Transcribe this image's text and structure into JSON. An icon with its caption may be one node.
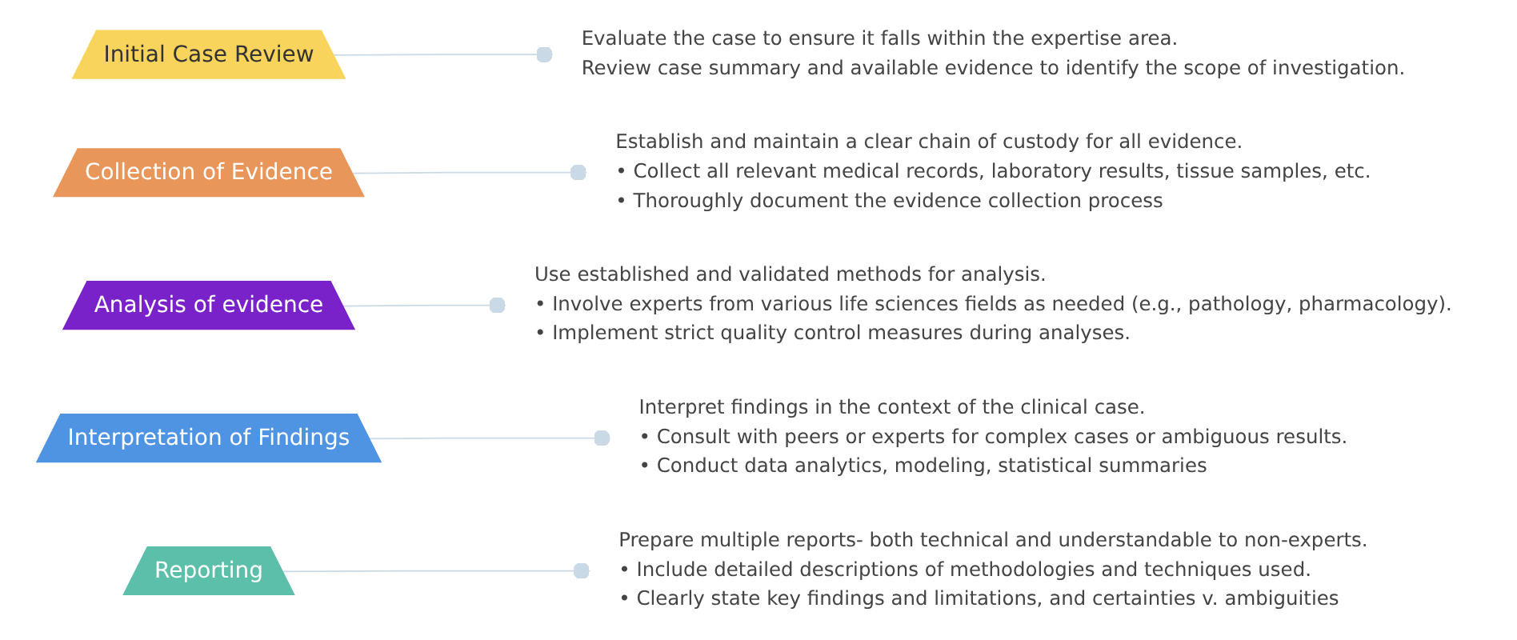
{
  "diagram": {
    "nodes": [
      {
        "text": [
          "Initial Case Review"
        ]
      },
      {
        "text": [
          "Collection of Evidence"
        ]
      },
      {
        "text": [
          "Analysis of evidence"
        ]
      },
      {
        "text": [
          "Interpretation of Findings"
        ]
      },
      {
        "text": [
          "Reporting"
        ]
      },
      {
        "text": [
          "Evaluate the case to ensure it falls within the expertise area.",
          "Review case summary and available evidence to identify the scope of investigation."
        ]
      },
      {
        "text": [
          "Establish and maintain a clear chain of custody for all evidence.",
          "• Collect all relevant medical records, laboratory results, tissue samples, etc.",
          "• Thoroughly document the evidence collection process"
        ]
      },
      {
        "text": [
          "Use established and validated methods for analysis.",
          "• Involve experts from various life sciences fields as needed (e.g., pathology, pharmacology).",
          "• Implement strict quality control measures during analyses."
        ]
      },
      {
        "text": [
          "Interpret findings in the context of the clinical case.",
          "• Consult with peers or experts for complex cases or ambiguous results.",
          "• Conduct data analytics, modeling, statistical summaries"
        ]
      },
      {
        "text": [
          "Prepare multiple reports- both technical and understandable to non-experts.",
          "• Include detailed descriptions of methodologies and techniques used.",
          "• Clearly state key findings and limitations, and  certainties v. ambiguities"
        ]
      }
    ],
    "edges": [
      {
        "from": 0,
        "to": 5,
        "arrow": "other"
      },
      {
        "from": 1,
        "to": 6,
        "arrow": "other"
      },
      {
        "from": 2,
        "to": 7,
        "arrow": "other"
      },
      {
        "from": 3,
        "to": 8,
        "arrow": "other"
      },
      {
        "from": 4,
        "to": 9,
        "arrow": "other"
      }
    ]
  }
}
